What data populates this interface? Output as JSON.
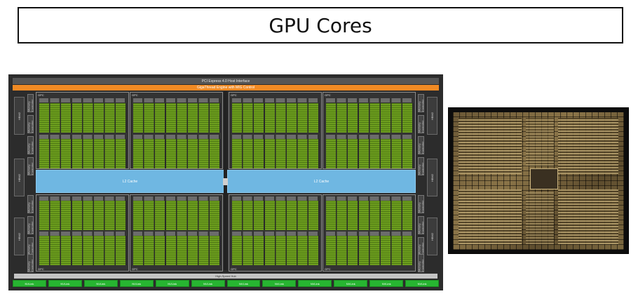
{
  "title": "GPU Cores",
  "diagram": {
    "pcie_label": "PCI Express 4.0 Host Interface",
    "gigathread_label": "GigaThread Engine with MIG Control",
    "l2_labels": [
      "L2 Cache",
      "L2 Cache"
    ],
    "hub_label": "High-Speed Hub",
    "nvlink_label": "NVLink",
    "nvlink_count": 12,
    "hbm_label": "HBM2",
    "memctl_label": "Memory Controller",
    "gpc_label": "GPC",
    "colors": {
      "background": "#2c2c2c",
      "gigathread": "#f08a24",
      "l2": "#6fb7e2",
      "nvlink": "#27b531",
      "sm_core": "#6d9e1e"
    }
  },
  "die_photo": {
    "description_icon": "gpu-die-photo"
  }
}
